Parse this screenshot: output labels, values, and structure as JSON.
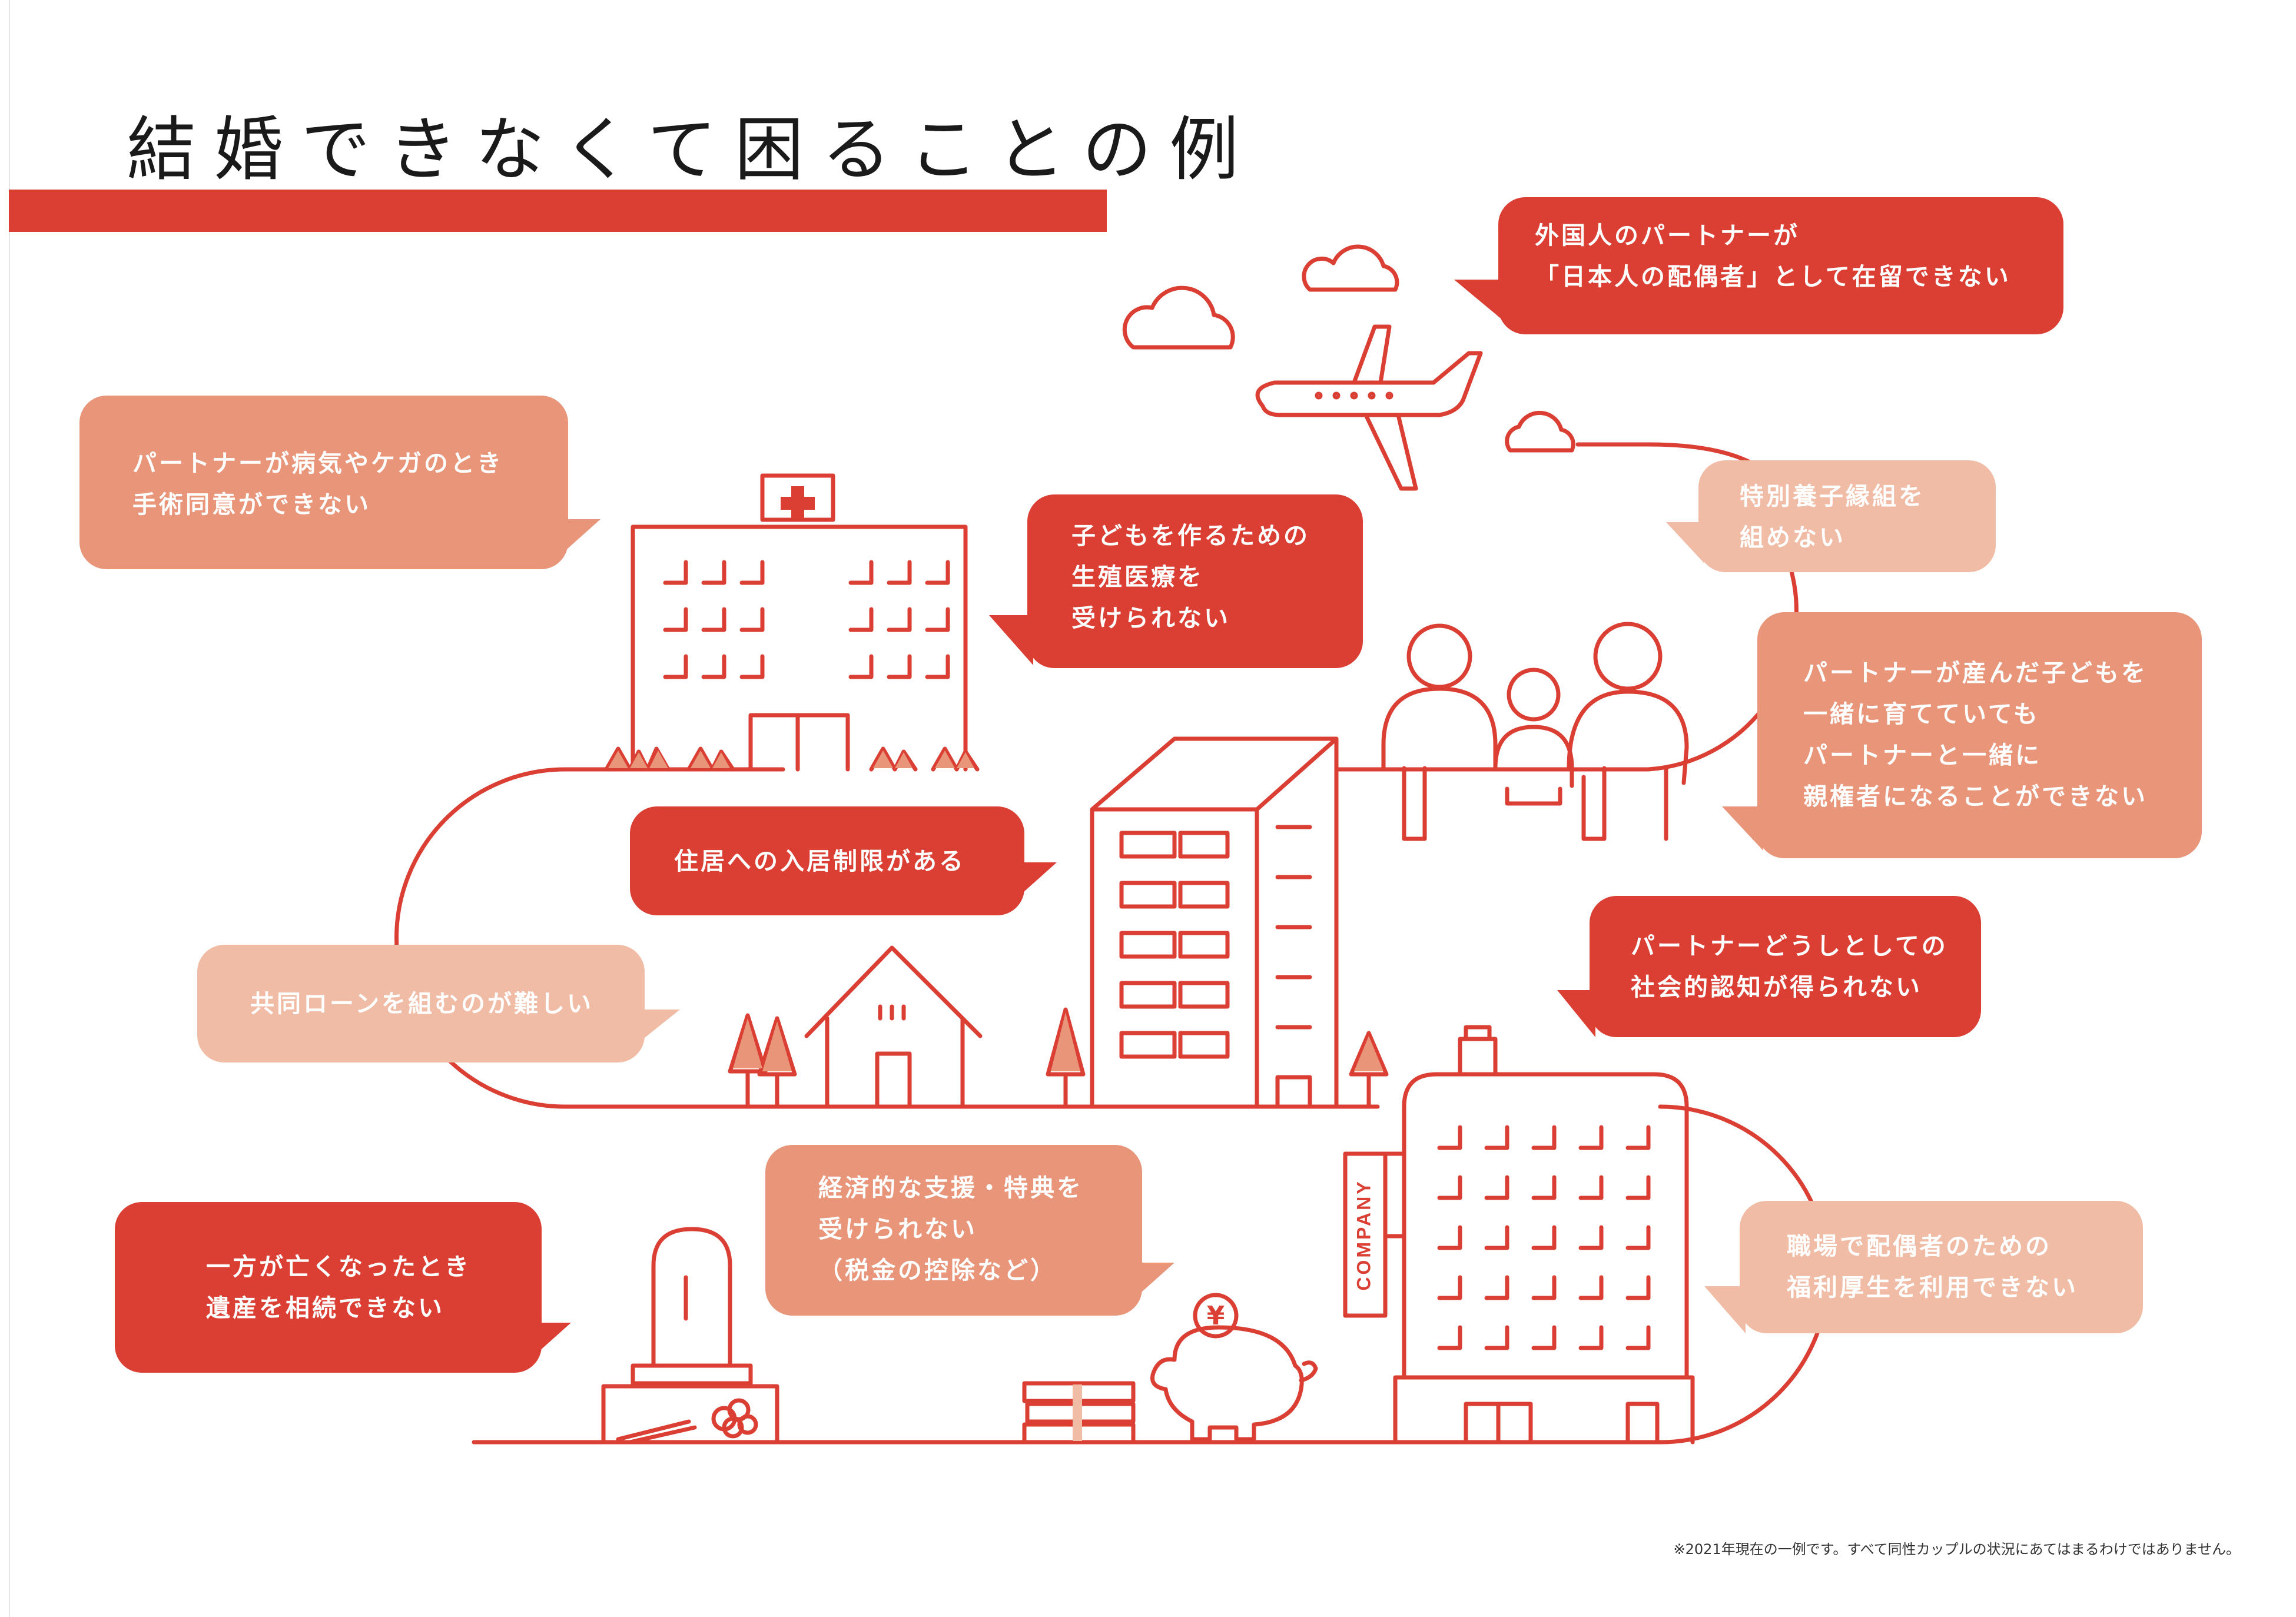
{
  "title": "結婚できなくて困ることの例",
  "colors": {
    "accent": "#db3e33",
    "bubble_red": "#db3e33",
    "bubble_mid": "#e8957a",
    "bubble_light": "#f1bca6",
    "line": "#db3e33"
  },
  "bubbles": [
    {
      "id": "foreign-partner",
      "style": "red",
      "lines": [
        "外国人のパートナーが",
        "「日本人の配偶者」として在留できない"
      ]
    },
    {
      "id": "surgery-consent",
      "style": "mid",
      "lines": [
        "パートナーが病気やケガのとき",
        "手術同意ができない"
      ]
    },
    {
      "id": "fertility-treatment",
      "style": "red",
      "lines": [
        "子どもを作るための",
        "生殖医療を",
        "受けられない"
      ]
    },
    {
      "id": "adoption",
      "style": "light",
      "lines": [
        "特別養子縁組を",
        "組めない"
      ]
    },
    {
      "id": "custody",
      "style": "mid",
      "lines": [
        "パートナーが産んだ子どもを",
        "一緒に育てていても",
        "パートナーと一緒に",
        "親権者になることができない"
      ]
    },
    {
      "id": "housing",
      "style": "red",
      "lines": [
        "住居への入居制限がある"
      ]
    },
    {
      "id": "joint-loan",
      "style": "light",
      "lines": [
        "共同ローンを組むのが難しい"
      ]
    },
    {
      "id": "social-recognition",
      "style": "red",
      "lines": [
        "パートナーどうしとしての",
        "社会的認知が得られない"
      ]
    },
    {
      "id": "inheritance",
      "style": "red",
      "lines": [
        "一方が亡くなったとき",
        "遺産を相続できない"
      ]
    },
    {
      "id": "tax-benefits",
      "style": "mid",
      "lines": [
        "経済的な支援・特典を",
        "受けられない",
        "（税金の控除など）"
      ]
    },
    {
      "id": "workplace-benefits",
      "style": "light",
      "lines": [
        "職場で配偶者のための",
        "福利厚生を利用できない"
      ]
    }
  ],
  "illustration": {
    "hospital_cross": "+",
    "company_sign": "COMPANY",
    "yen_coin": "¥"
  },
  "footnote": "※2021年現在の一例です。すべて同性カップルの状況にあてはまるわけではありません。"
}
